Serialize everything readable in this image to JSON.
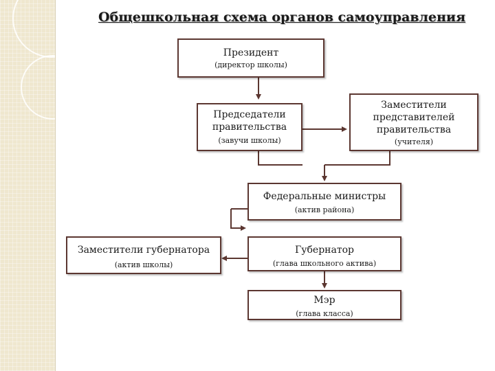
{
  "title": "Общешкольная схема органов самоуправления",
  "boxes": {
    "president": {
      "main": "Президент",
      "sub": "(директор школы)"
    },
    "chairmen": {
      "main": "Председатели правительства",
      "sub": "(завучи школы)"
    },
    "deputies_gov": {
      "main": "Заместители представителей правительства",
      "sub": "(учителя)"
    },
    "ministers": {
      "main": "Федеральные министры",
      "sub": "(актив района)"
    },
    "governor": {
      "main": "Губернатор",
      "sub": "(глава школьного актива)"
    },
    "deputy_governors": {
      "main": "Заместители губернатора",
      "sub": "(актив школы)"
    },
    "mayor": {
      "main": "Мэр",
      "sub": "(глава класса)"
    }
  },
  "colors": {
    "border": "#5b3630",
    "line": "#5b3630"
  }
}
